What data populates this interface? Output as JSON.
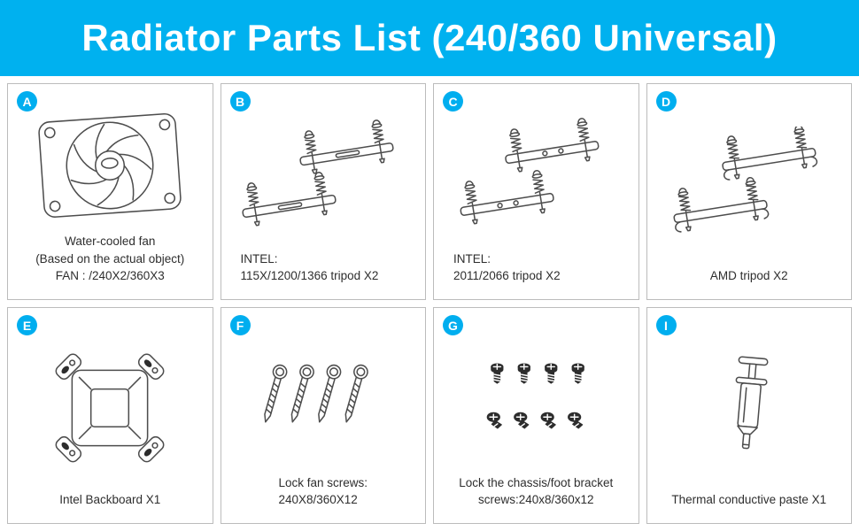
{
  "header": {
    "title": "Radiator Parts List (240/360 Universal)"
  },
  "theme": {
    "header_bg": "#00b1ef",
    "header_text": "#ffffff",
    "badge_bg": "#00aeef",
    "badge_text": "#ffffff",
    "cell_border": "#bcbcbc",
    "line_art": "#4d4d4d",
    "caption_text": "#2e2e2e",
    "page_bg": "#ffffff"
  },
  "cells": [
    {
      "badge": "A",
      "art": "water-cooled-fan-drawing",
      "caption": "Water-cooled fan\n(Based on the actual object)\nFAN : /240X2/360X3"
    },
    {
      "badge": "B",
      "art": "intel-115x-tripod-drawing",
      "caption": "INTEL:\n115X/1200/1366 tripod X2"
    },
    {
      "badge": "C",
      "art": "intel-2011-tripod-drawing",
      "caption": "INTEL:\n2011/2066 tripod X2"
    },
    {
      "badge": "D",
      "art": "amd-tripod-drawing",
      "caption": "AMD tripod X2"
    },
    {
      "badge": "E",
      "art": "intel-backboard-drawing",
      "caption": "Intel Backboard X1"
    },
    {
      "badge": "F",
      "art": "lock-fan-screws-drawing",
      "caption": "Lock fan screws:\n240X8/360X12"
    },
    {
      "badge": "G",
      "art": "chassis-foot-bracket-screws-drawing",
      "caption": "Lock the chassis/foot bracket\nscrews:240x8/360x12"
    },
    {
      "badge": "I",
      "art": "thermal-paste-drawing",
      "caption": "Thermal conductive paste X1"
    }
  ]
}
